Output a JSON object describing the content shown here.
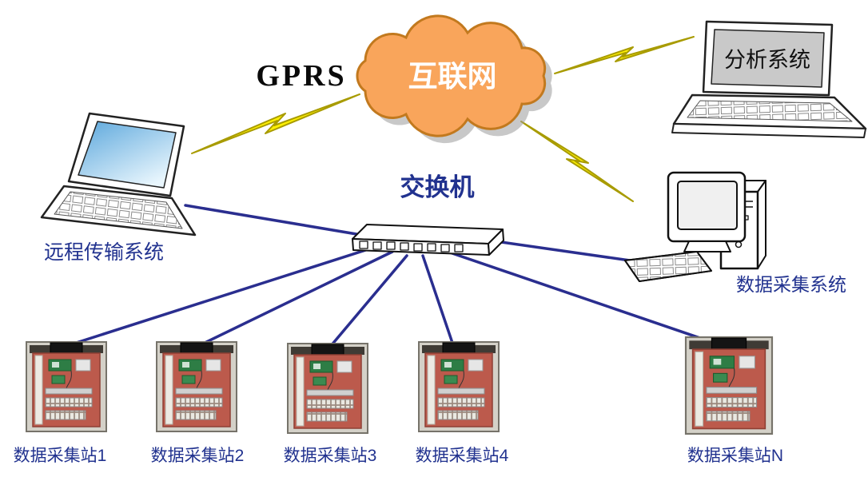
{
  "diagram": {
    "labels": {
      "gprs": "GPRS",
      "internet": "互联网",
      "analysis_system": "分析系统",
      "remote_transmission": "远程传输系统",
      "switch": "交换机",
      "data_acquisition_system": "数据采集系统"
    },
    "stations": [
      {
        "label": "数据采集站1"
      },
      {
        "label": "数据采集站2"
      },
      {
        "label": "数据采集站3"
      },
      {
        "label": "数据采集站4"
      },
      {
        "label": "数据采集站N"
      }
    ],
    "colors": {
      "cloud_fill": "#F9A55B",
      "cloud_stroke": "#C2791E",
      "lightning_fill": "#FFF101",
      "lightning_stroke": "#A89B00",
      "connection_line": "#2A2E8F",
      "label_text": "#21328F",
      "cabinet_panel": "#BC5A4C"
    }
  }
}
